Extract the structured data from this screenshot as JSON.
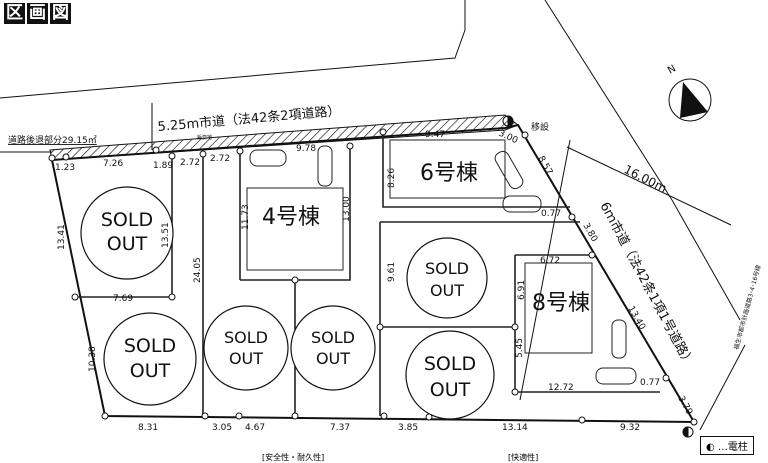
{
  "title": [
    "区",
    "画",
    "図"
  ],
  "roads": {
    "north_road": "5.25m市道（法42条2項道路）",
    "setback": "道路後退部分29.15㎡",
    "east_road": "6ｍ市道（法42条1項1号道路）",
    "east_width": "16.00m",
    "planned_road": "福生市都市計画道路3･4･16号線",
    "relocate": "移設",
    "boundary_marker": "鋲変地"
  },
  "lots": {
    "sold_label_1": "SOLD",
    "sold_label_2": "OUT",
    "buildings": [
      "4号棟",
      "6号棟",
      "8号棟"
    ]
  },
  "dimensions": {
    "top": [
      "1.23",
      "7.26",
      "1.89",
      "2.72",
      "2.72",
      "9.78",
      "9.47",
      "3.00"
    ],
    "east": [
      "8.57",
      "0.77",
      "3.80",
      "13.40",
      "0.77",
      "3.79"
    ],
    "bottom": [
      "8.31",
      "3.05",
      "4.67",
      "7.37",
      "3.85",
      "13.14",
      "9.32"
    ],
    "left": [
      "13.41",
      "10.38"
    ],
    "inner": [
      "13.51",
      "7.69",
      "24.05",
      "11.73",
      "13.00",
      "8.26",
      "6.72",
      "6.91",
      "5.45",
      "12.72",
      "9.61"
    ]
  },
  "legend": {
    "symbol": "◐",
    "label": "…電柱"
  },
  "footer": [
    "[安全性・耐久性]",
    "[快適性]"
  ]
}
